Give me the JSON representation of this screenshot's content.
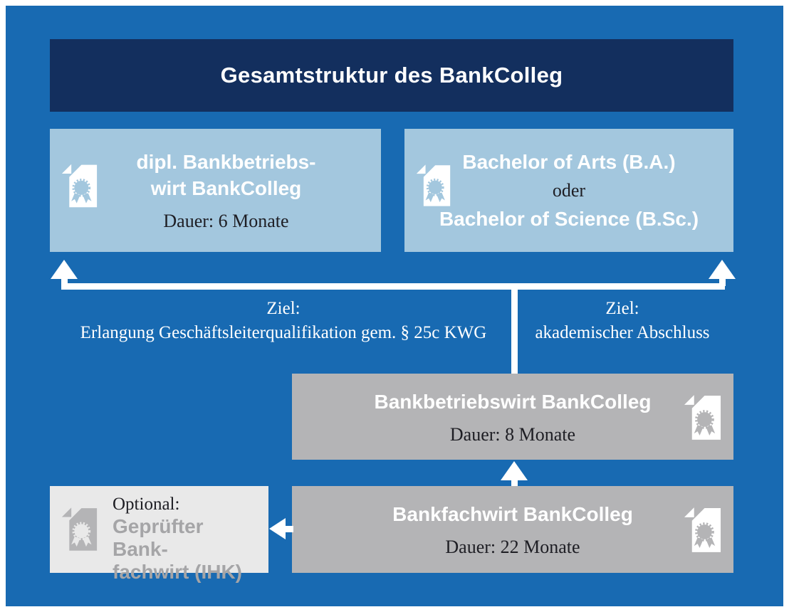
{
  "header": {
    "title": "Gesamtstruktur des BankColleg"
  },
  "boxes": {
    "dipl": {
      "title_line1": "dipl. Bankbetriebs-",
      "title_line2": "wirt BankColleg",
      "duration": "Dauer: 6 Monate"
    },
    "bachelor": {
      "option1": "Bachelor of Arts (B.A.)",
      "conjunction": "oder",
      "option2": "Bachelor of Science (B.Sc.)"
    },
    "bankbetriebswirt": {
      "title": "Bankbetriebswirt BankColleg",
      "duration": "Dauer: 8 Monate"
    },
    "bankfachwirt": {
      "title": "Bankfachwirt BankColleg",
      "duration": "Dauer: 22 Monate"
    },
    "optional": {
      "label": "Optional:",
      "title_line1": "Geprüfter Bank-",
      "title_line2": "fachwirt (IHK)"
    }
  },
  "goals": {
    "left": {
      "label": "Ziel:",
      "text": "Erlangung Geschäftsleiterqualifikation gem. § 25c KWG"
    },
    "right": {
      "label": "Ziel:",
      "text": "akademischer Abschluss"
    }
  },
  "icons": {
    "certificate": "certificate-icon"
  },
  "colors": {
    "background_blue": "#186AB2",
    "header_navy": "#132F5E",
    "light_blue": "#A3C7DE",
    "gray": "#B4B4B6",
    "light_gray": "#E9E9E9",
    "white": "#FFFFFF",
    "dark_text": "#1E1E24",
    "muted_gray_text": "#A5A5A7"
  }
}
